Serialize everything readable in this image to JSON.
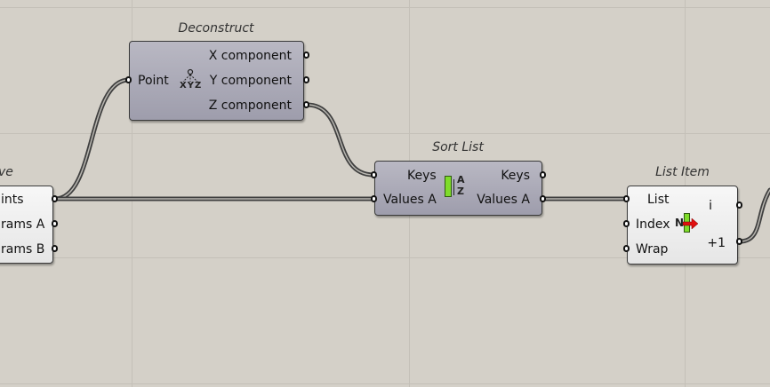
{
  "nodes": {
    "partial": {
      "title": "ve",
      "outputs": [
        "ints",
        "rams A",
        "rams B"
      ]
    },
    "deconstruct": {
      "title": "Deconstruct",
      "input": "Point",
      "outputs": [
        "X component",
        "Y component",
        "Z component"
      ],
      "icon_text": "XYZ",
      "icon": "deconstruct-point-icon"
    },
    "sort_list": {
      "title": "Sort List",
      "inputs": [
        "Keys",
        "Values A"
      ],
      "outputs": [
        "Keys",
        "Values A"
      ],
      "icon_top": "A",
      "icon_bottom": "Z",
      "icon": "sort-list-icon"
    },
    "list_item": {
      "title": "List Item",
      "inputs": [
        "List",
        "Index",
        "Wrap"
      ],
      "outputs": [
        "i",
        "+1"
      ],
      "icon_text": "N",
      "icon": "list-item-icon"
    }
  },
  "colors": {
    "canvas": "#d4d0c8",
    "grid": "#c4c0b8",
    "wire": "#3f3f3f",
    "dark_node": "#a9a8b6",
    "light_node": "#eeeeee",
    "icon_green": "#7fdc2a",
    "icon_red": "#e01010"
  }
}
